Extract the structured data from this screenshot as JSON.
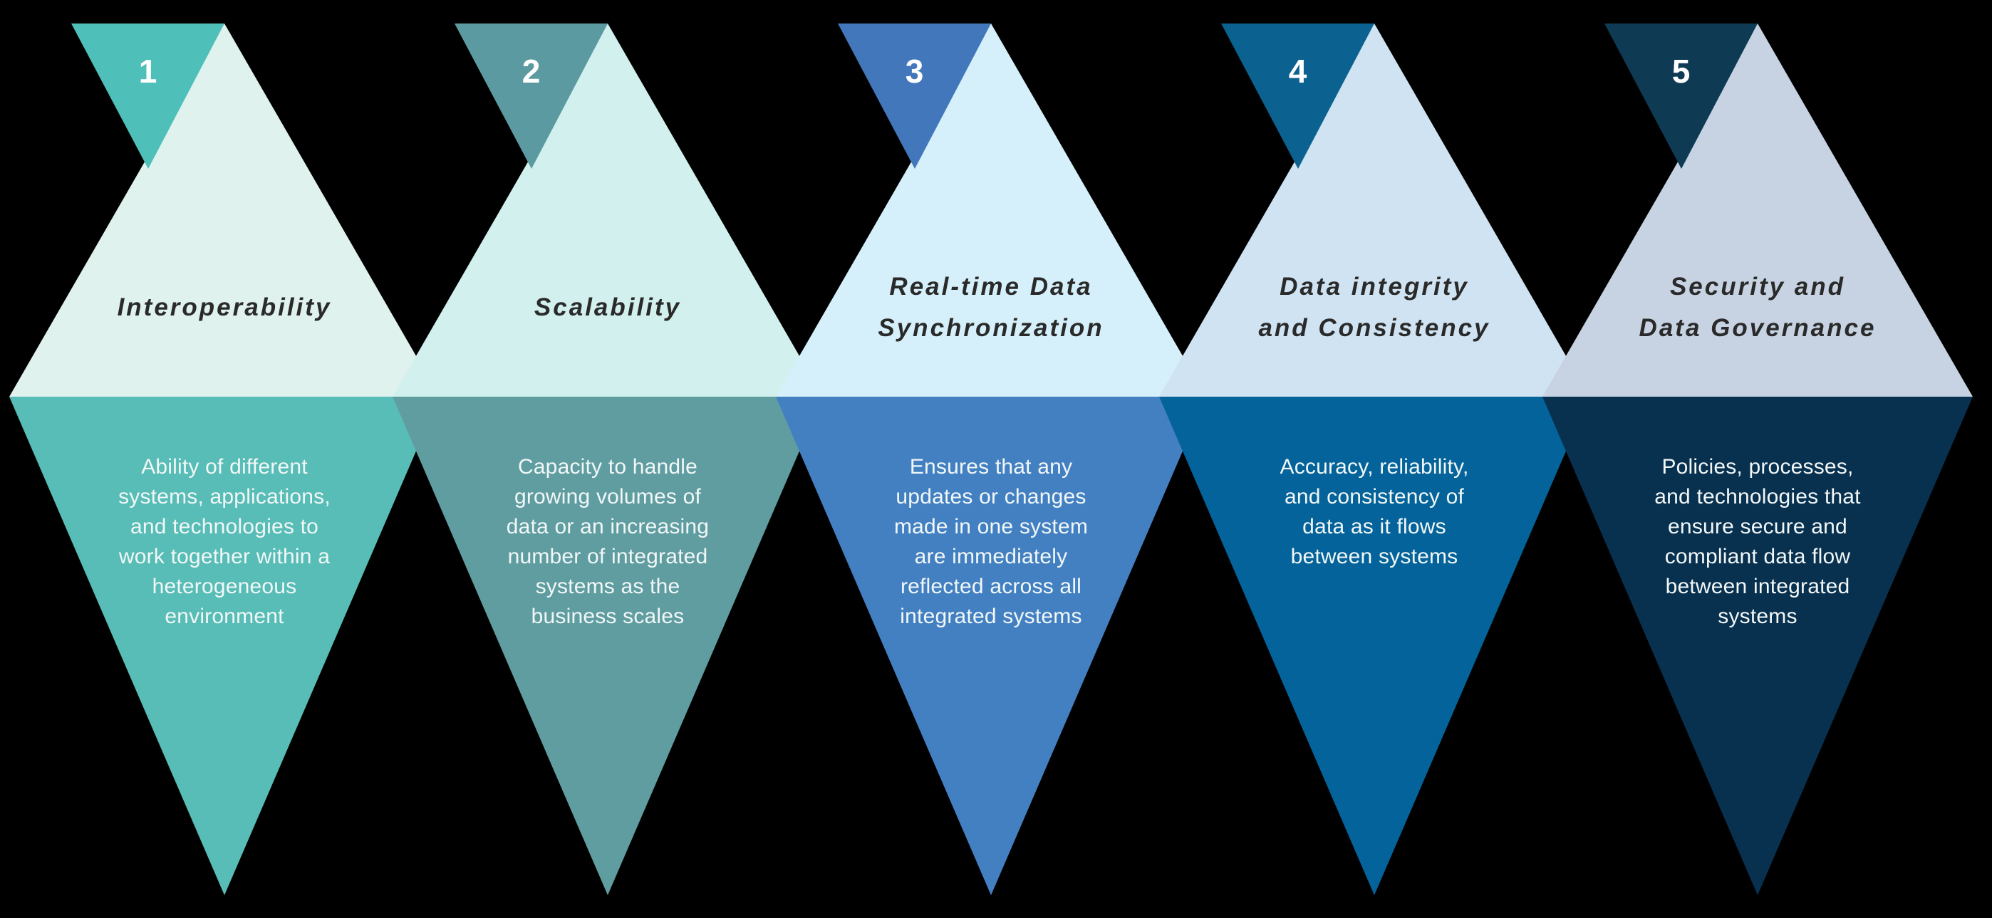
{
  "diagram": {
    "background_color": "#000000",
    "text_colors": {
      "number": "#ffffff",
      "title": "#2a2a2a",
      "description": "#f2f7f7"
    },
    "units": [
      {
        "number": "1",
        "title": "Interoperability",
        "description": "Ability of different\nsystems, applications,\nand technologies to\nwork together within a\nheterogeneous\nenvironment",
        "colors": {
          "badge": "#4fbfb9",
          "upper": "#dff2ee",
          "lower": "#57bdb6"
        }
      },
      {
        "number": "2",
        "title": "Scalability",
        "description": "Capacity to handle\ngrowing volumes of\ndata or an increasing\nnumber of integrated\nsystems as the\nbusiness scales",
        "colors": {
          "badge": "#5c9aa1",
          "upper": "#d2f0ed",
          "lower": "#5f9da1"
        }
      },
      {
        "number": "3",
        "title": "Real-time Data\nSynchronization",
        "description": "Ensures that any\nupdates or changes\nmade in one system\nare immediately\nreflected across all\nintegrated systems",
        "colors": {
          "badge": "#4278bb",
          "upper": "#d5f0fa",
          "lower": "#4380c2"
        }
      },
      {
        "number": "4",
        "title": "Data integrity\nand Consistency",
        "description": "Accuracy, reliability,\nand consistency of\ndata as it flows\nbetween systems",
        "colors": {
          "badge": "#0b6290",
          "upper": "#cfe3f2",
          "lower": "#03639a"
        }
      },
      {
        "number": "5",
        "title": "Security and\nData Governance",
        "description": "Policies, processes,\nand technologies that\nensure secure and\ncompliant data flow\nbetween integrated\nsystems",
        "colors": {
          "badge": "#0e3a54",
          "upper": "#c7d3e2",
          "lower": "#08304f"
        }
      }
    ]
  }
}
